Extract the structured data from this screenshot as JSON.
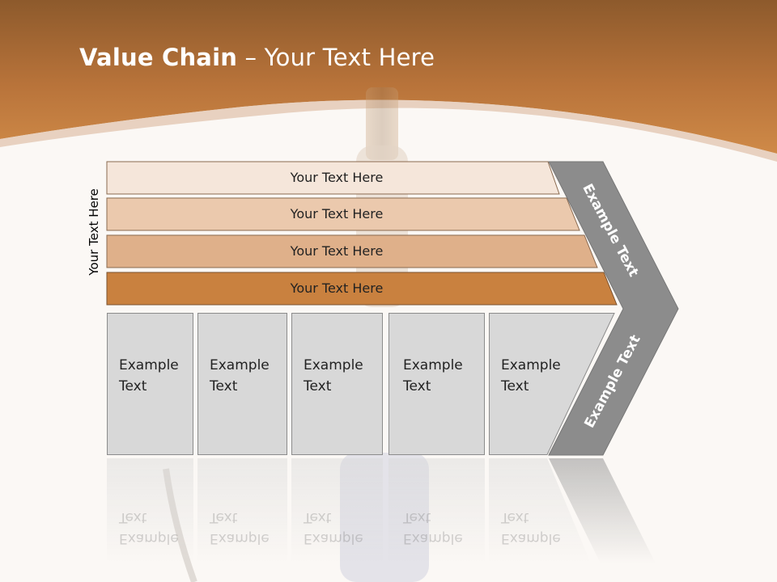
{
  "title": {
    "bold": "Value Chain",
    "rest": " – Your Text Here"
  },
  "side_label": "Your Text Here",
  "bands": [
    "Your Text Here",
    "Your Text Here",
    "Your Text Here",
    "Your Text Here"
  ],
  "cards": [
    [
      "Example",
      "Text"
    ],
    [
      "Example",
      "Text"
    ],
    [
      "Example",
      "Text"
    ],
    [
      "Example",
      "Text"
    ],
    [
      "Example",
      "Text"
    ]
  ],
  "margin": {
    "top": "Example Text",
    "bottom": "Example Text"
  },
  "colors": {
    "header": "#c47d3e",
    "band1": "#f5e6da",
    "band2": "#ebc9ad",
    "band3": "#dfb08a",
    "band4": "#c9813f",
    "card": "#d8d8d8",
    "margin": "#8c8c8c"
  }
}
